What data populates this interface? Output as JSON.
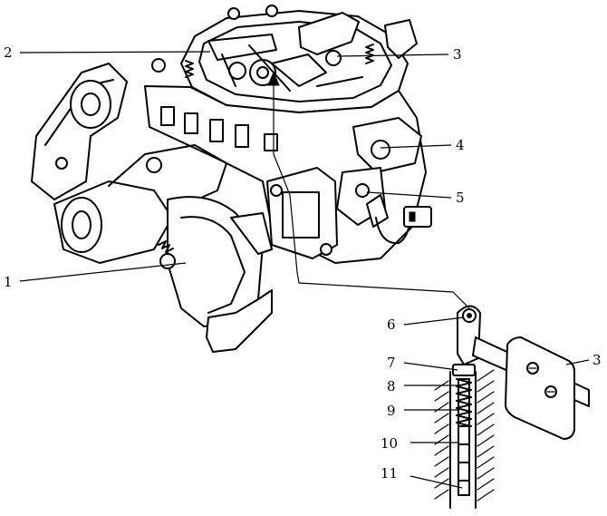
{
  "labels": {
    "l1": "1",
    "l2": "2",
    "l3a": "3",
    "l3b": "3",
    "l4": "4",
    "l5": "5",
    "l6": "6",
    "l7": "7",
    "l8": "8",
    "l9": "9",
    "l10": "10",
    "l11": "11"
  }
}
